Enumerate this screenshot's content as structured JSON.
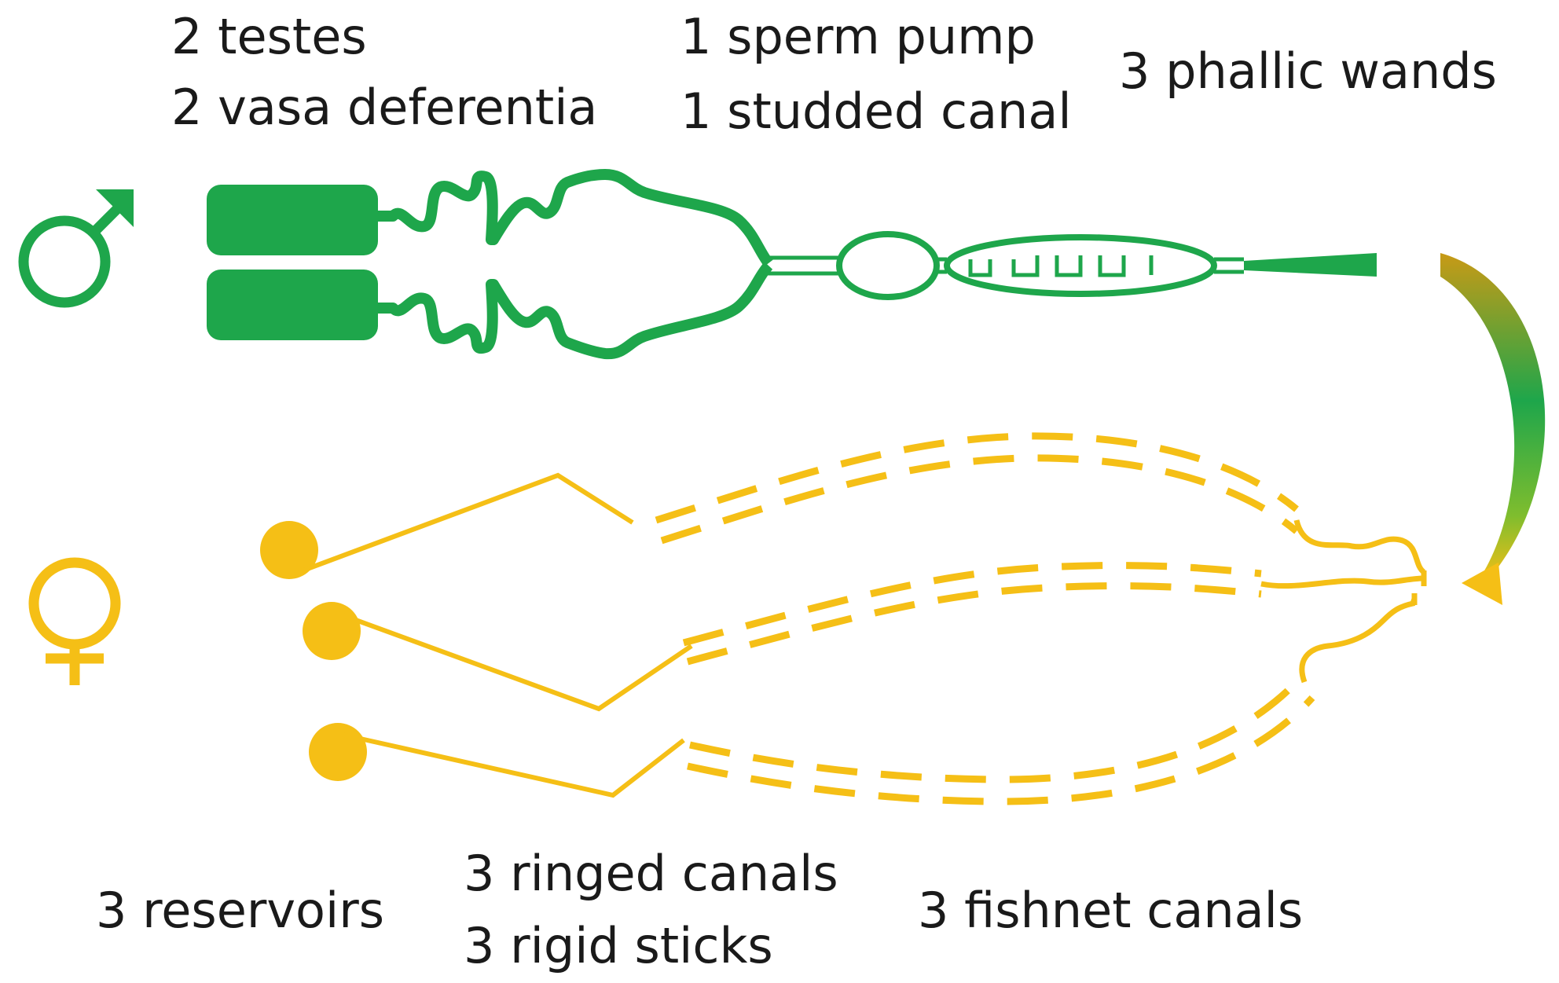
{
  "labels": {
    "male_organs": {
      "line1": "2 testes",
      "line2": "2 vasa deferentia"
    },
    "male_pump": {
      "line1": "1 sperm pump",
      "line2": "1 studded canal"
    },
    "male_wands": "3 phallic wands",
    "female_reservoirs": "3 reservoirs",
    "female_ringed": {
      "line1": "3 ringed canals",
      "line2": "3 rigid sticks"
    },
    "female_fishnet": "3 fishnet canals"
  },
  "symbols": {
    "male": "male-symbol-icon",
    "female": "female-symbol-icon"
  },
  "colors": {
    "male": "#1ea64b",
    "female": "#f5bf16",
    "text": "#1a1a1a"
  }
}
